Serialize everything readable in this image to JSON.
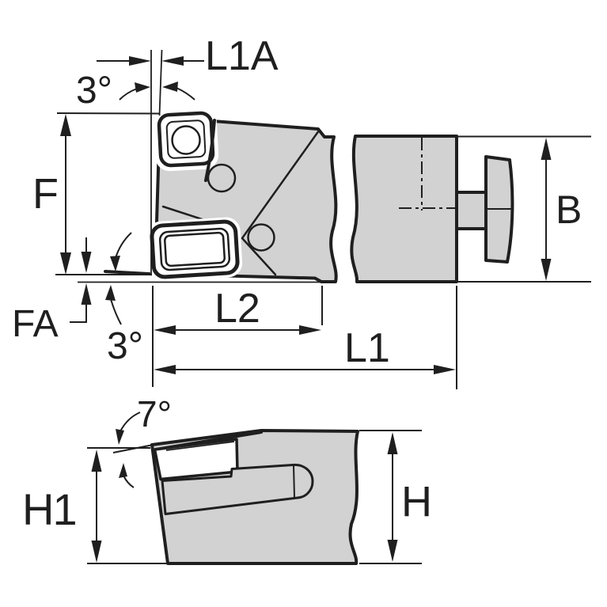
{
  "drawing": {
    "kind": "toolholder-dimension-drawing",
    "views": [
      "top-view",
      "side-view"
    ]
  },
  "labels": {
    "l1a": "L1A",
    "angle_front_top": "3°",
    "f": "F",
    "fa": "FA",
    "angle_front_bottom": "3°",
    "l2": "L2",
    "l1": "L1",
    "b": "B",
    "angle_side": "7°",
    "h1": "H1",
    "h": "H"
  },
  "colors": {
    "background": "#ffffff",
    "body_fill": "#d2d2d2",
    "line": "#1f1f1f"
  }
}
